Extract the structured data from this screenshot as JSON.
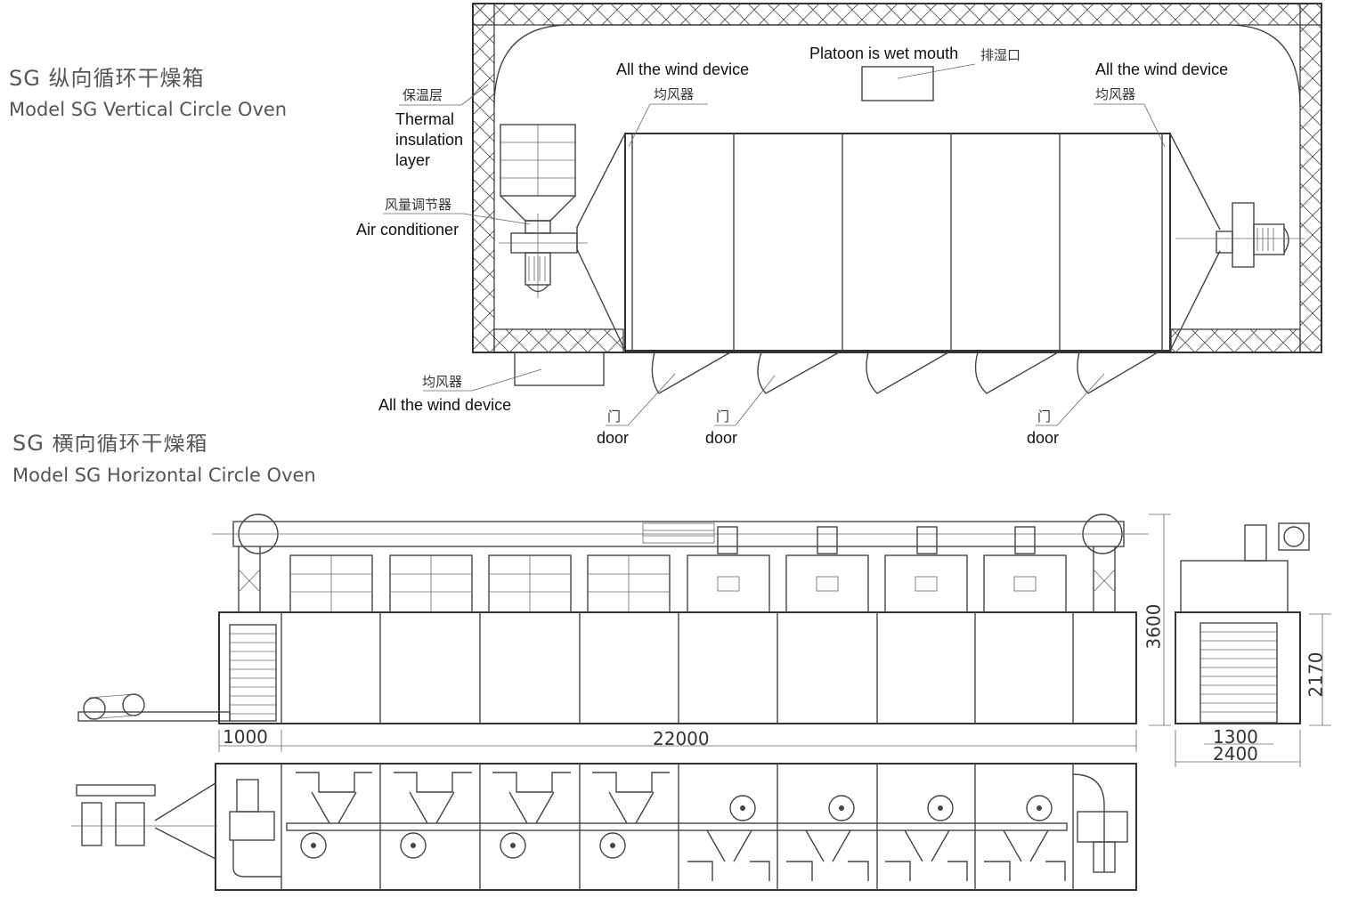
{
  "vertical_oven": {
    "title_cn": "SG 纵向循环干燥箱",
    "title_en": "Model SG Vertical Circle Oven",
    "labels": {
      "insulation_cn": "保温层",
      "insulation_en_1": "Thermal",
      "insulation_en_2": "insulation",
      "insulation_en_3": "layer",
      "regulator_cn": "风量调节器",
      "regulator_en": "Air conditioner",
      "bottom_wind_cn": "均风器",
      "bottom_wind_en": "All the wind device",
      "left_wind_en": "All the wind device",
      "left_wind_cn": "均风器",
      "right_wind_en": "All the wind device",
      "right_wind_cn": "均风器",
      "outlet_en": "Platoon is wet mouth",
      "outlet_cn": "排湿口",
      "door1_cn": "门",
      "door1_en": "door",
      "door2_cn": "门",
      "door2_en": "door",
      "door3_cn": "门",
      "door3_en": "door"
    }
  },
  "horizontal_oven": {
    "title_cn": "SG 横向循环干燥箱",
    "title_en": "Model SG Horizontal Circle Oven",
    "dimensions": {
      "height_total": "3600",
      "length_feed": "1000",
      "length_main": "22000",
      "side_height": "2170",
      "side_inner": "1300",
      "side_width": "2400"
    }
  }
}
